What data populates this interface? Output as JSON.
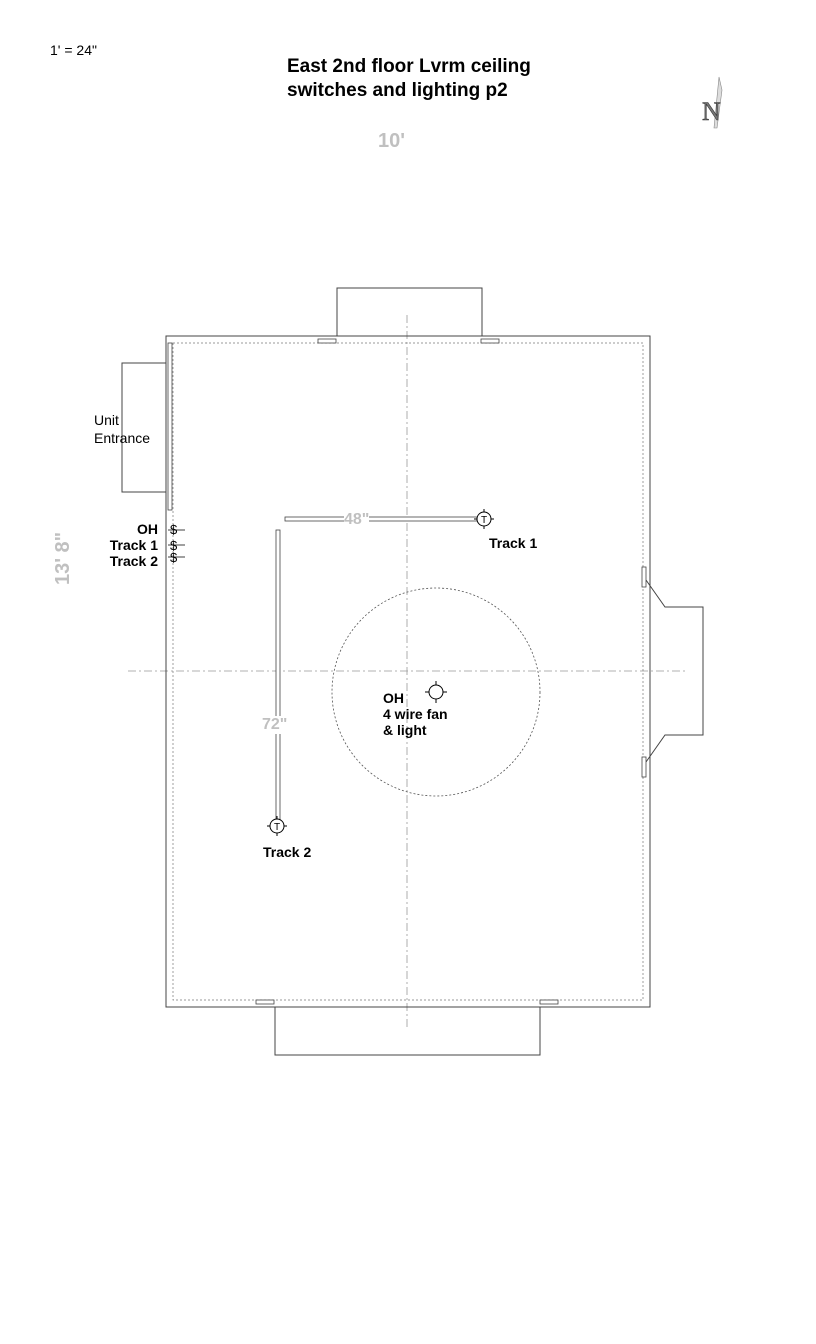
{
  "scale": "1' = 24\"",
  "title_line1": "East 2nd floor Lvrm ceiling",
  "title_line2": "switches and lighting p2",
  "compass": {
    "letter": "N",
    "icon": "north-arrow-icon"
  },
  "dimensions": {
    "width": "10'",
    "height": "13' 8\"",
    "track1_run": "48\"",
    "track2_run": "72\""
  },
  "entrance": {
    "line1": "Unit",
    "line2": "Entrance"
  },
  "switches": [
    "OH",
    "Track 1",
    "Track 2"
  ],
  "fixtures": {
    "track1": "Track 1",
    "track2": "Track 2",
    "fan_line1": "OH",
    "fan_line2": "4 wire fan",
    "fan_line3": "& light",
    "track_symbol": "T"
  }
}
